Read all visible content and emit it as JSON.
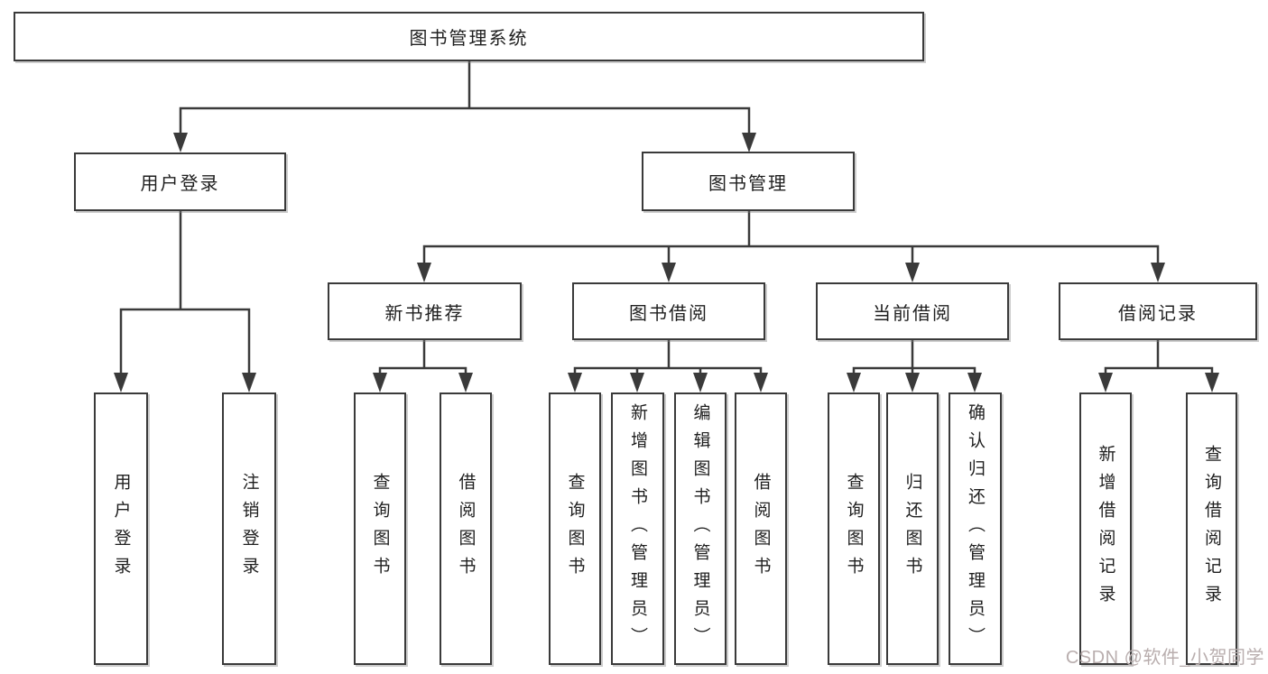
{
  "diagram": {
    "root": {
      "label": "图书管理系统"
    },
    "branches": [
      {
        "label": "用户登录",
        "children": [
          {
            "label": "用户登录"
          },
          {
            "label": "注销登录"
          }
        ]
      },
      {
        "label": "图书管理",
        "children": [
          {
            "label": "新书推荐",
            "children": [
              {
                "label": "查询图书"
              },
              {
                "label": "借阅图书"
              }
            ]
          },
          {
            "label": "图书借阅",
            "children": [
              {
                "label": "查询图书"
              },
              {
                "label": "新增图书（管理员）"
              },
              {
                "label": "编辑图书（管理员）"
              },
              {
                "label": "借阅图书"
              }
            ]
          },
          {
            "label": "当前借阅",
            "children": [
              {
                "label": "查询图书"
              },
              {
                "label": "归还图书"
              },
              {
                "label": "确认归还（管理员）"
              }
            ]
          },
          {
            "label": "借阅记录",
            "children": [
              {
                "label": "新增借阅记录"
              },
              {
                "label": "查询借阅记录"
              }
            ]
          }
        ]
      }
    ]
  },
  "watermark": {
    "text": "CSDN @软件_小贺同学"
  },
  "colors": {
    "line": "#3a3a3a",
    "box-border": "#3a3a3a",
    "text": "#1f1f1f",
    "background": "#ffffff",
    "watermark": "#b9aeae"
  }
}
